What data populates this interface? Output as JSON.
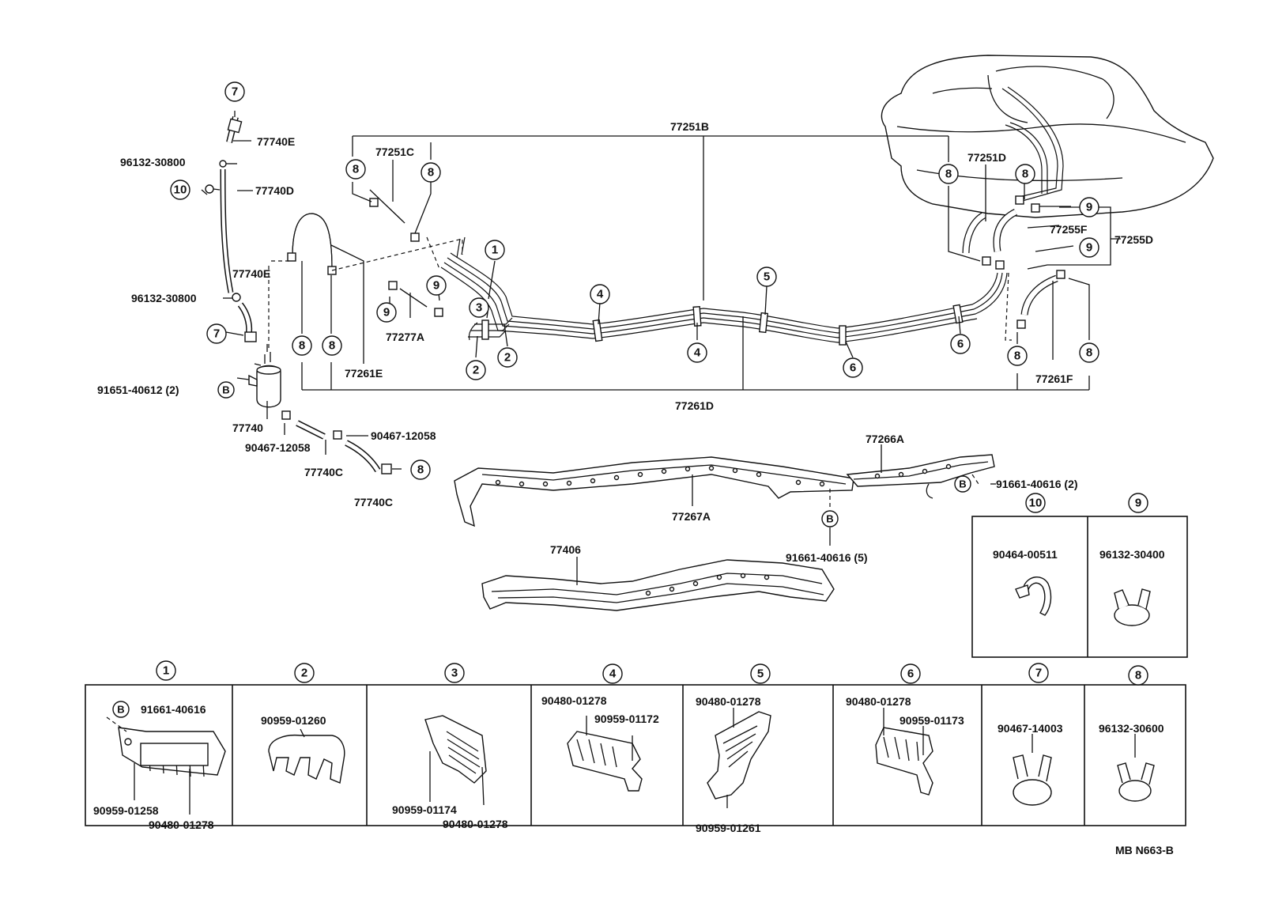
{
  "diagram_code": "MB  N663-B",
  "main_labels": {
    "p77251B": "77251B",
    "p77251C": "77251C",
    "p77251D": "77251D",
    "p77255F": "77255F",
    "p77255D": "77255D",
    "p77261E": "77261E",
    "p77261D": "77261D",
    "p77261F": "77261F",
    "p77277A": "77277A",
    "p77740E_top": "77740E",
    "p77740D": "77740D",
    "p77740E_mid": "77740E",
    "p96132_30800_a": "96132-30800",
    "p96132_30800_b": "96132-30800",
    "p91651_40612": "91651-40612 (2)",
    "p77740": "77740",
    "p90467_12058_a": "90467-12058",
    "p90467_12058_b": "90467-12058",
    "p77740C_a": "77740C",
    "p77740C_b": "77740C",
    "p77266A": "77266A",
    "p91661_40616_2": "91661-40616 (2)",
    "p77267A": "77267A",
    "p91661_40616_5": "91661-40616 (5)",
    "p77406": "77406"
  },
  "callouts": {
    "c1": "1",
    "c2": "2",
    "c3": "3",
    "c4": "4",
    "c5": "5",
    "c6": "6",
    "c7": "7",
    "c8": "8",
    "c9": "9",
    "c10": "10",
    "b": "B"
  },
  "detail_boxes": {
    "d10": {
      "num": "10",
      "part": "90464-00511"
    },
    "d9": {
      "num": "9",
      "part": "96132-30400"
    },
    "d1": {
      "num": "1",
      "bolt": "91661-40616",
      "a": "90959-01258",
      "b": "90480-01278"
    },
    "d2": {
      "num": "2",
      "a": "90959-01260"
    },
    "d3": {
      "num": "3",
      "a": "90959-01174",
      "b": "90480-01278"
    },
    "d4": {
      "num": "4",
      "a": "90480-01278",
      "b": "90959-01172"
    },
    "d5": {
      "num": "5",
      "a": "90480-01278",
      "b": "90959-01261"
    },
    "d6": {
      "num": "6",
      "a": "90480-01278",
      "b": "90959-01173"
    },
    "d7": {
      "num": "7",
      "a": "90467-14003"
    },
    "d8": {
      "num": "8",
      "a": "96132-30600"
    }
  }
}
